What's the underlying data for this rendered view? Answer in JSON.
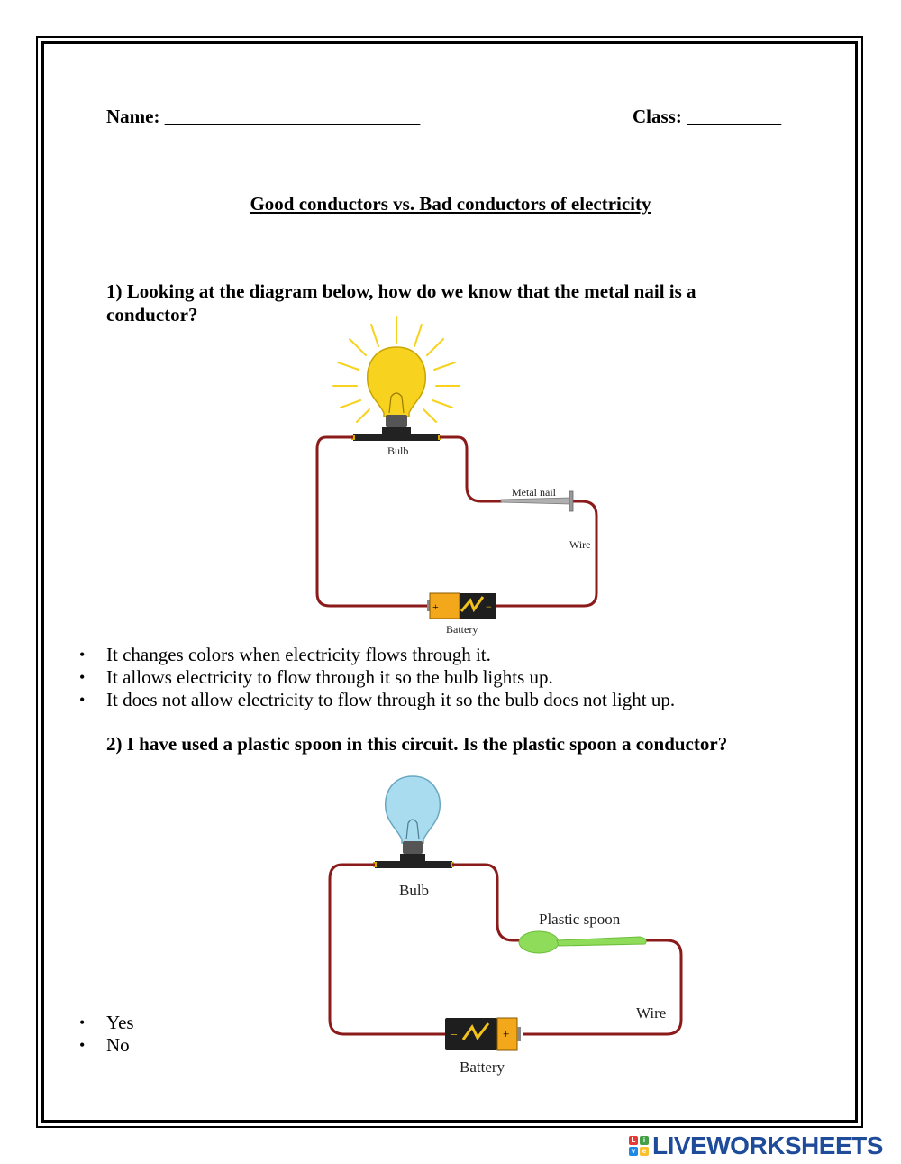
{
  "header": {
    "name_label": "Name: ___________________________",
    "class_label": "Class: __________"
  },
  "title": "Good conductors vs. Bad conductors of electricity",
  "question1": {
    "text": "1) Looking at the diagram below, how do we know that the metal nail is a conductor?",
    "diagram": {
      "bulb_label": "Bulb",
      "item_label": "Metal nail",
      "wire_label": "Wire",
      "battery_label": "Battery",
      "bulb_color": "#f7d21e"
    },
    "options": [
      "It changes colors when electricity flows through it.",
      "It allows electricity to flow through it so the bulb lights up.",
      "It does not allow electricity to flow through it so the bulb does not light up."
    ]
  },
  "question2": {
    "text": "2) I have used a plastic spoon in this circuit. Is the plastic spoon a conductor?",
    "diagram": {
      "bulb_label": "Bulb",
      "item_label": "Plastic spoon",
      "wire_label": "Wire",
      "battery_label": "Battery",
      "bulb_color": "#a9dcef",
      "spoon_color": "#8fdc5a"
    },
    "options": [
      "Yes",
      "No"
    ]
  },
  "brand": {
    "logo_text": "LIVEWORKSHEETS",
    "logo_letters": [
      "L",
      "i",
      "v",
      "e"
    ],
    "logo_colors": [
      "#e53935",
      "#43a047",
      "#1e88e5",
      "#fbc02d"
    ],
    "text_color": "#1e4b9a"
  }
}
